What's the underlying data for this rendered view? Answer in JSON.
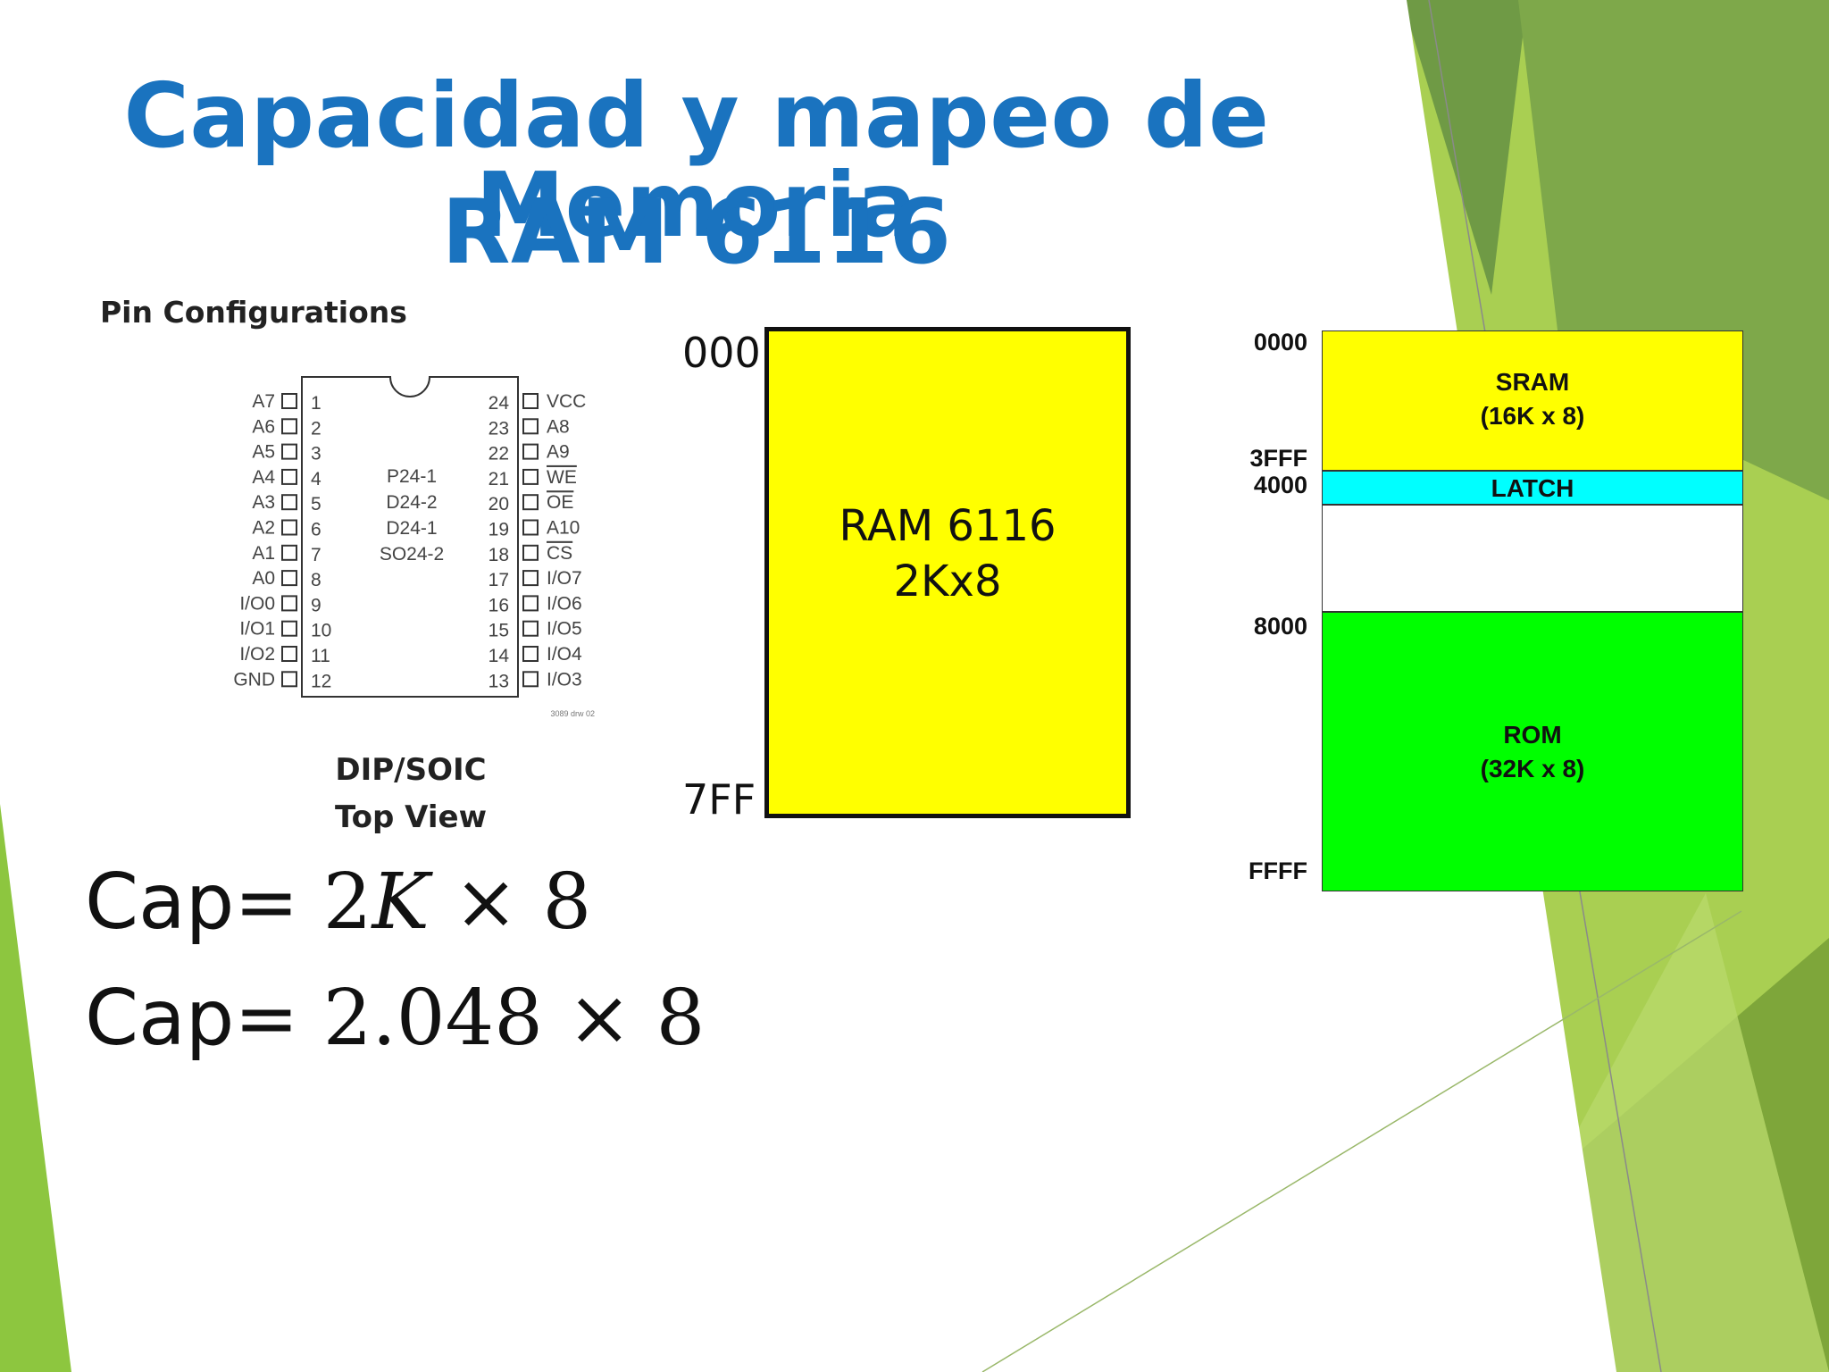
{
  "slide": {
    "title_line1": "Capacidad y mapeo de Memoria",
    "title_line2": "RAM 6116"
  },
  "pin_config": {
    "heading": "Pin Configurations",
    "chip_labels": [
      "P24-1",
      "D24-2",
      "D24-1",
      "SO24-2"
    ],
    "left_pins": [
      {
        "name": "A7",
        "num": "1"
      },
      {
        "name": "A6",
        "num": "2"
      },
      {
        "name": "A5",
        "num": "3"
      },
      {
        "name": "A4",
        "num": "4"
      },
      {
        "name": "A3",
        "num": "5"
      },
      {
        "name": "A2",
        "num": "6"
      },
      {
        "name": "A1",
        "num": "7"
      },
      {
        "name": "A0",
        "num": "8"
      },
      {
        "name": "I/O0",
        "num": "9"
      },
      {
        "name": "I/O1",
        "num": "10"
      },
      {
        "name": "I/O2",
        "num": "11"
      },
      {
        "name": "GND",
        "num": "12"
      }
    ],
    "right_pins": [
      {
        "name": "VCC",
        "num": "24"
      },
      {
        "name": "A8",
        "num": "23"
      },
      {
        "name": "A9",
        "num": "22"
      },
      {
        "name": "WE",
        "num": "21",
        "overline": true
      },
      {
        "name": "OE",
        "num": "20",
        "overline": true
      },
      {
        "name": "A10",
        "num": "19"
      },
      {
        "name": "CS",
        "num": "18",
        "overline": true
      },
      {
        "name": "I/O7",
        "num": "17"
      },
      {
        "name": "I/O6",
        "num": "16"
      },
      {
        "name": "I/O5",
        "num": "15"
      },
      {
        "name": "I/O4",
        "num": "14"
      },
      {
        "name": "I/O3",
        "num": "13"
      }
    ],
    "drawing_ref": "3089 drw 02",
    "caption_line1": "DIP/SOIC",
    "caption_line2": "Top View"
  },
  "ram_block": {
    "start_address": "000",
    "end_address": "7FF",
    "label_line1": "RAM 6116",
    "label_line2": "2Kx8",
    "color": "#ffff00"
  },
  "memory_map": {
    "segments": [
      {
        "name": "SRAM",
        "size": "(16K x 8)",
        "color": "#ffff00"
      },
      {
        "name": "LATCH",
        "size": "",
        "color": "#00ffff"
      },
      {
        "name": "",
        "size": "",
        "color": "#ffffff"
      },
      {
        "name": "ROM",
        "size": "(32K x 8)",
        "color": "#00ff00"
      }
    ],
    "addresses": [
      "0000",
      "3FFF",
      "4000",
      "8000",
      "FFFF"
    ]
  },
  "formulas": {
    "line1_prefix": "Cap=",
    "line1_num": "2",
    "line1_var": "K",
    "line1_rest": "× 8",
    "line2_prefix": "Cap=",
    "line2_expr": "2.048 × 8"
  },
  "theme": {
    "title_color": "#1a73bf",
    "green_light": "#9acd32",
    "green_dark": "#6b9a3a"
  }
}
